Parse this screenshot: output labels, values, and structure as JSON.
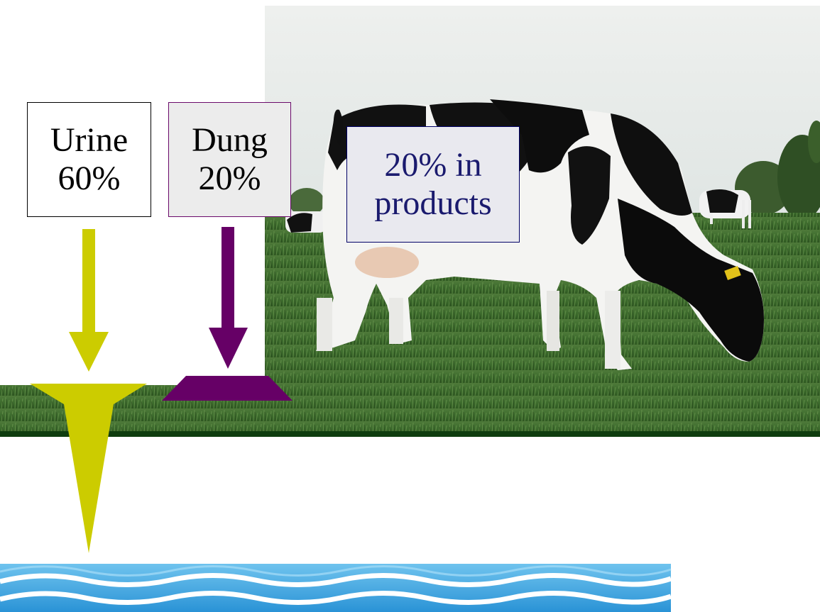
{
  "labels": {
    "urine": {
      "line1": "Urine",
      "line2": "60%"
    },
    "dung": {
      "line1": "Dung",
      "line2": "20%"
    },
    "products": {
      "line1": "20% in",
      "line2": "products"
    }
  },
  "colors": {
    "urine": "#cccc00",
    "dung": "#660066",
    "products_text": "#1a1a6e",
    "ground_line": "#0f3d0f",
    "water": "#39a6dd"
  },
  "icons": [
    "cow-image",
    "grass-strip",
    "water-waves"
  ]
}
